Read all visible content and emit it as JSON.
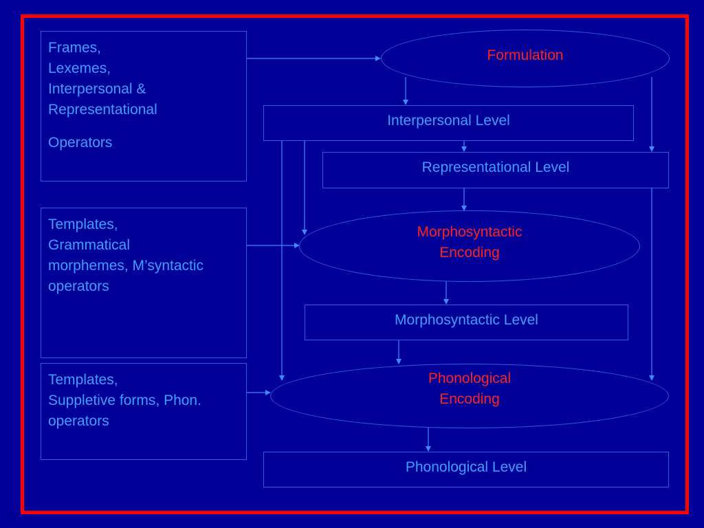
{
  "colors": {
    "background": "#000099",
    "frame": "#ff0000",
    "box_border": "#2e5fd6",
    "box_text": "#3da0ff",
    "oval_text": "#ff2020",
    "arrow": "#3d8cff"
  },
  "sources": {
    "formulation_inputs": {
      "lines": [
        "Frames,",
        "Lexemes,",
        "Interpersonal &",
        "Representational"
      ],
      "extra": "Operators"
    },
    "morphosyntactic_inputs": {
      "lines": [
        "Templates,",
        "Grammatical",
        "morphemes, M’syntactic",
        "operators"
      ]
    },
    "phonological_inputs": {
      "lines": [
        "Templates,",
        "Suppletive forms, Phon.",
        "operators"
      ]
    }
  },
  "processes": {
    "formulation": [
      "Formulation"
    ],
    "morphosyntactic_encoding": [
      "Morphosyntactic",
      "Encoding"
    ],
    "phonological_encoding": [
      "Phonological",
      "Encoding"
    ]
  },
  "levels": {
    "interpersonal": "Interpersonal Level",
    "representational": "Representational Level",
    "morphosyntactic": "Morphosyntactic Level",
    "phonological": "Phonological Level"
  }
}
